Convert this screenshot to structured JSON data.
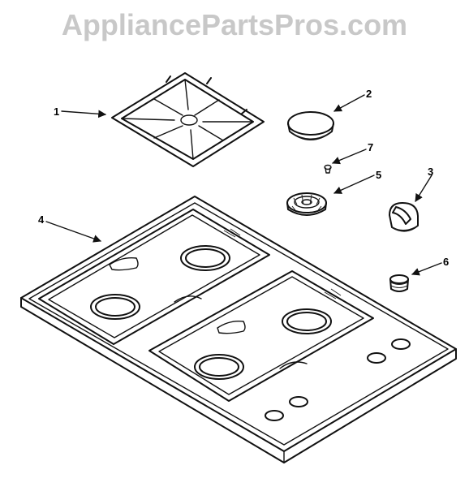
{
  "watermark": "AppliancePartsPros.com",
  "callouts": [
    "1",
    "2",
    "3",
    "4",
    "5",
    "6",
    "7"
  ]
}
